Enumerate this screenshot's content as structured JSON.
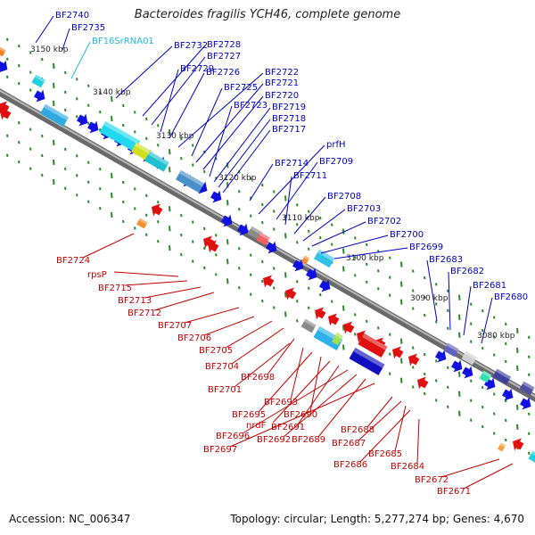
{
  "title": "Bacteroides fragilis YCH46, complete genome",
  "footer": {
    "accession": "Accession: NC_006347",
    "summary": "Topology: circular; Length: 5,277,274 bp; Genes: 4,670"
  },
  "colors": {
    "backbone": "#8a8a8a",
    "forward_gene": "#1010e0",
    "reverse_gene": "#e01010",
    "label_forward": "#0000c0",
    "label_reverse": "#c00000",
    "rna_label": "#20b8d8",
    "tick": "#2a8a2a"
  },
  "ruler": [
    {
      "label": "3150 kbp"
    },
    {
      "label": "3140 kbp"
    },
    {
      "label": "3130 kbp"
    },
    {
      "label": "3120 kbp"
    },
    {
      "label": "3110 kbp"
    },
    {
      "label": "3100 kbp"
    },
    {
      "label": "3090 kbp"
    },
    {
      "label": "3080 kbp"
    }
  ],
  "forward_labels": [
    {
      "text": "BF2740",
      "kind": "gene"
    },
    {
      "text": "BF2735",
      "kind": "gene"
    },
    {
      "text": "BF16SrRNA01",
      "kind": "rna"
    },
    {
      "text": "BF2732",
      "kind": "gene"
    },
    {
      "text": "BF2728",
      "kind": "gene"
    },
    {
      "text": "BF2727",
      "kind": "gene"
    },
    {
      "text": "BF2729",
      "kind": "gene"
    },
    {
      "text": "BF2726",
      "kind": "gene"
    },
    {
      "text": "BF2722",
      "kind": "gene"
    },
    {
      "text": "BF2725",
      "kind": "gene"
    },
    {
      "text": "BF2721",
      "kind": "gene"
    },
    {
      "text": "BF2720",
      "kind": "gene"
    },
    {
      "text": "BF2723",
      "kind": "gene"
    },
    {
      "text": "BF2719",
      "kind": "gene"
    },
    {
      "text": "BF2718",
      "kind": "gene"
    },
    {
      "text": "BF2717",
      "kind": "gene"
    },
    {
      "text": "prfH",
      "kind": "gene"
    },
    {
      "text": "BF2714",
      "kind": "gene"
    },
    {
      "text": "BF2709",
      "kind": "gene"
    },
    {
      "text": "BF2711",
      "kind": "gene"
    },
    {
      "text": "BF2708",
      "kind": "gene"
    },
    {
      "text": "BF2703",
      "kind": "gene"
    },
    {
      "text": "BF2702",
      "kind": "gene"
    },
    {
      "text": "BF2700",
      "kind": "gene"
    },
    {
      "text": "BF2699",
      "kind": "gene"
    },
    {
      "text": "BF2683",
      "kind": "gene"
    },
    {
      "text": "BF2682",
      "kind": "gene"
    },
    {
      "text": "BF2681",
      "kind": "gene"
    },
    {
      "text": "BF2680",
      "kind": "gene"
    }
  ],
  "reverse_labels": [
    {
      "text": "BF2724"
    },
    {
      "text": "rpsP"
    },
    {
      "text": "BF2715"
    },
    {
      "text": "BF2713"
    },
    {
      "text": "BF2712"
    },
    {
      "text": "BF2707"
    },
    {
      "text": "BF2706"
    },
    {
      "text": "BF2705"
    },
    {
      "text": "BF2704"
    },
    {
      "text": "BF2698"
    },
    {
      "text": "BF2701"
    },
    {
      "text": "BF2693"
    },
    {
      "text": "BF2695"
    },
    {
      "text": "BF2690"
    },
    {
      "text": "nrdF"
    },
    {
      "text": "BF2691"
    },
    {
      "text": "BF2696"
    },
    {
      "text": "BF2692"
    },
    {
      "text": "BF2689"
    },
    {
      "text": "BF2697"
    },
    {
      "text": "BF2688"
    },
    {
      "text": "BF2687"
    },
    {
      "text": "BF2685"
    },
    {
      "text": "BF2686"
    },
    {
      "text": "BF2684"
    },
    {
      "text": "BF2672"
    },
    {
      "text": "BF2671"
    }
  ]
}
